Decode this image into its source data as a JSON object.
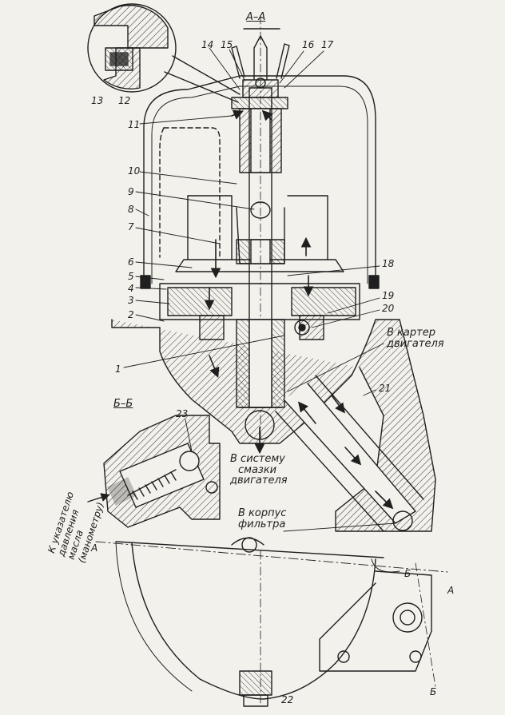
{
  "sections": {
    "aa": "А–А",
    "bb": "Б–Б",
    "a_mark": "А",
    "b_mark": "Б"
  },
  "parts": [
    "1",
    "2",
    "3",
    "4",
    "5",
    "6",
    "7",
    "8",
    "9",
    "10",
    "11",
    "12",
    "13",
    "14",
    "15",
    "16",
    "17",
    "18",
    "19",
    "20",
    "21",
    "22",
    "23"
  ],
  "captions": {
    "crankcase_1": "В картер",
    "crankcase_2": "двигателя",
    "lube_1": "В систему",
    "lube_2": "смазки",
    "lube_3": "двигателя",
    "filter_1": "В корпус",
    "filter_2": "фильтра",
    "gauge_1": "К указателю",
    "gauge_2": "давления",
    "gauge_3": "масла",
    "gauge_4": "(манометру)"
  }
}
